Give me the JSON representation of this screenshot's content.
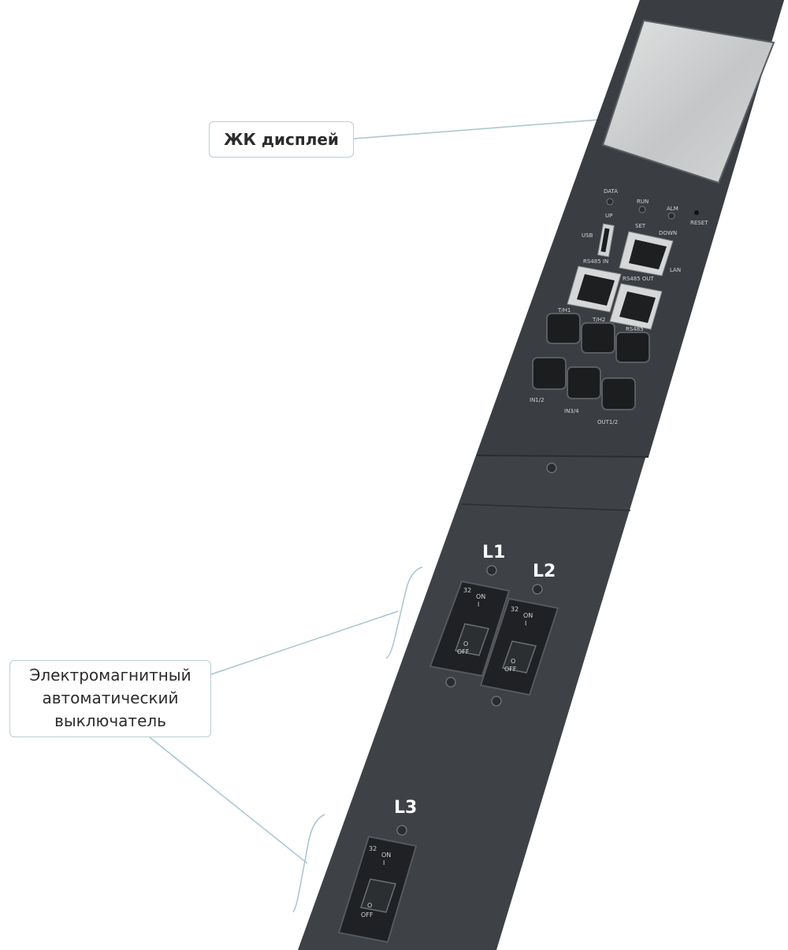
{
  "callouts": {
    "lcd_display": "ЖК дисплей",
    "breaker_line1": "Электромагнитный",
    "breaker_line2": "автоматический",
    "breaker_line3": "выключатель"
  },
  "panel": {
    "port_labels": {
      "data": "DATA",
      "up": "UP",
      "run": "RUN",
      "set": "SET",
      "alm": "ALM",
      "down": "DOWN",
      "reset": "RESET",
      "usb": "USB",
      "lan": "LAN",
      "rs485_in": "RS485 IN",
      "rs485_out": "RS485 OUT",
      "th1": "T/H1",
      "th2": "T/H2",
      "rs485": "RS485",
      "in12": "IN1/2",
      "in34": "IN3/4",
      "out12": "OUT1/2"
    },
    "breakers": {
      "l1": "L1",
      "l2": "L2",
      "l3": "L3",
      "rating": "32",
      "on_text": "ON",
      "on_symbol": "I",
      "off_text": "OFF",
      "off_symbol": "O"
    }
  },
  "colors": {
    "panel": "#3e4246",
    "panel_dark": "#2f3236",
    "lcd": "#c9cbcc",
    "leader_line": "#a9c4cf",
    "callout_border": "#b9ced6",
    "callout_text": "#2c2c2c"
  }
}
